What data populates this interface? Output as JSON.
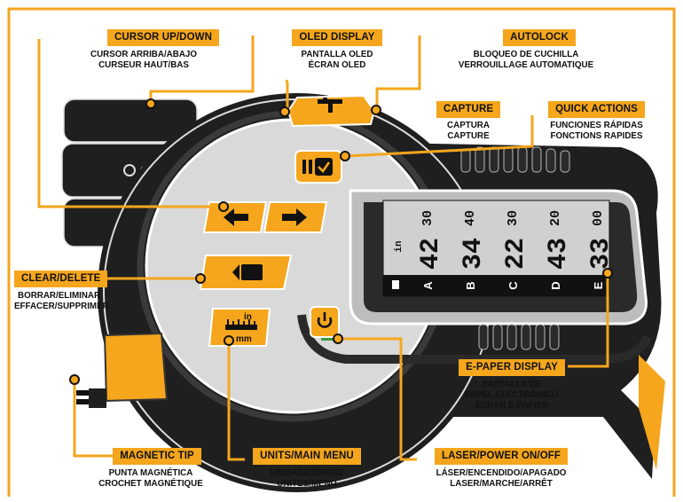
{
  "colors": {
    "accent": "#f5a61c",
    "body_dark": "#1f1f1f",
    "body_light": "#d9d9d9",
    "screen": "#c9c9c9",
    "ink": "#111111",
    "led": "#3c9a3a"
  },
  "callouts": {
    "cursor": {
      "title": "CURSOR UP/DOWN",
      "es": "CURSOR ARRIBA/ABAJO",
      "fr": "CURSEUR HAUT/BAS"
    },
    "oled": {
      "title": "OLED DISPLAY",
      "es": "PANTALLA OLED",
      "fr": "ÉCRAN OLED"
    },
    "autolock": {
      "title": "AUTOLOCK",
      "es": "BLOQUEO DE CUCHILLA",
      "fr": "VERROUILLAGE AUTOMATIQUE"
    },
    "capture": {
      "title": "CAPTURE",
      "es": "CAPTURA",
      "fr": "CAPTURE"
    },
    "quick": {
      "title": "QUICK ACTIONS",
      "es": "FUNCIONES RÁPIDAS",
      "fr": "FONCTIONS RAPIDES"
    },
    "clear": {
      "title": "CLEAR/DELETE",
      "es": "BORRAR/ELIMINAR",
      "fr": "EFFACER/SUPPRIMER"
    },
    "epaper": {
      "title": "E-PAPER DISPLAY",
      "es1": "PANTALLA DE",
      "es2": "PAPEL ELECTRÓNICO",
      "fr": "ÉCRAN E-PAPIER"
    },
    "magnetic": {
      "title": "MAGNETIC TIP",
      "es": "PUNTA MAGNÉTICA",
      "fr": "CROCHET MAGNÉTIQUE"
    },
    "units": {
      "title": "UNITS/MAIN MENU",
      "es": "UNIDADES/MENÚ",
      "fr": "UNITÉS/MENU"
    },
    "laser": {
      "title": "LASER/POWER ON/OFF",
      "es": "LÁSER/ENCENDIDO/APAGADO",
      "fr": "LASER/MARCHE/ARRÊT"
    }
  },
  "screen": {
    "unit": "in",
    "readings": [
      {
        "letter": "A",
        "whole": "42",
        "frac": "30"
      },
      {
        "letter": "B",
        "whole": "34",
        "frac": "40"
      },
      {
        "letter": "C",
        "whole": "22",
        "frac": "30"
      },
      {
        "letter": "D",
        "whole": "43",
        "frac": "20"
      },
      {
        "letter": "E",
        "whole": "33",
        "frac": "00"
      }
    ]
  },
  "units_button": {
    "top": "in",
    "bottom": "mm"
  },
  "icons": [
    "left-arrow-icon",
    "right-arrow-icon",
    "quick-actions-icon",
    "clear-delete-icon",
    "ruler-icon",
    "power-icon",
    "laser-head-icon",
    "battery-icon"
  ]
}
